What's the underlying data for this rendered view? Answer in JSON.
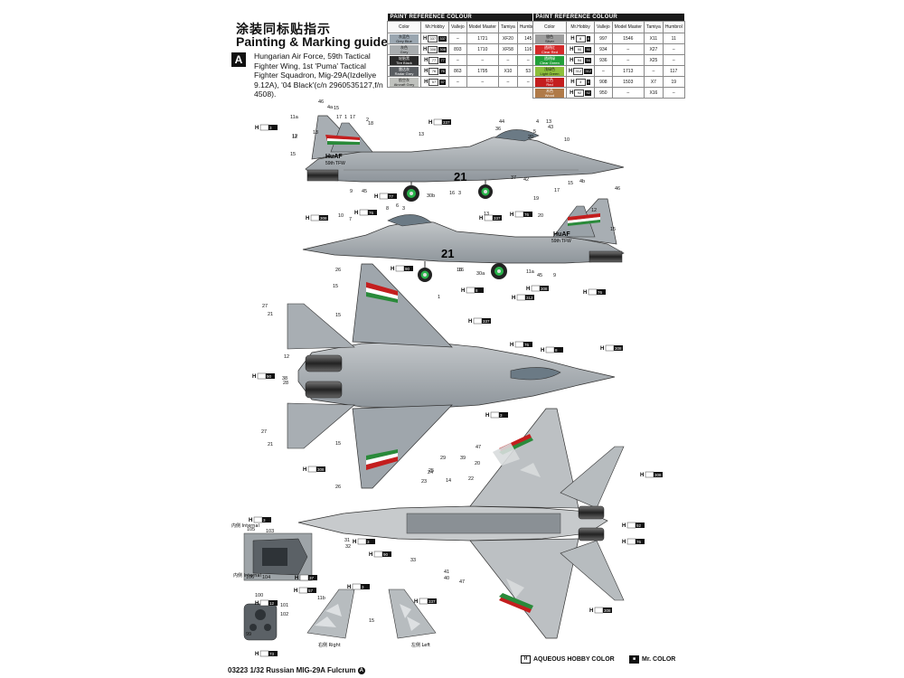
{
  "header": {
    "title_cn": "涂装同标贴指示",
    "title_en": "Painting & Marking guide",
    "badge": "A",
    "description": "Hungarian Air Force, 59th Tactical Fighter Wing, 1st 'Puma' Tactical Fighter Squadron, Mig-29A(Izdeliye 9.12A), '04 Black'(c/n 2960535127,f/n 4508)."
  },
  "table_left": {
    "heading": "PAINT  REFERENCE  COLOUR",
    "columns": [
      "Color",
      "Mr.Hobby",
      "Vallejo",
      "Model Master",
      "Tamiya",
      "Humbrol"
    ],
    "rows": [
      {
        "swatch_cn": "灰蓝色",
        "swatch_en": "Grey Blue",
        "color": "#9aa6b0",
        "h": "H",
        "code": "337",
        "vallejo": "–",
        "mm": "1721",
        "tamiya": "XF20",
        "humbrol": "145"
      },
      {
        "swatch_cn": "灰色",
        "swatch_en": "Grey",
        "color": "#a9adaf",
        "h": "H",
        "code": "308",
        "vallejo": "893",
        "mm": "1710",
        "tamiya": "XF58",
        "humbrol": "116"
      },
      {
        "swatch_cn": "轮胎黑",
        "swatch_en": "Tire Black",
        "color": "#2a2a2a",
        "h": "H",
        "code": "77",
        "vallejo": "–",
        "mm": "–",
        "tamiya": "–",
        "humbrol": "–"
      },
      {
        "swatch_cn": "雷达灰",
        "swatch_en": "Radar Grey",
        "color": "#5a5e62",
        "h": "H",
        "code": "76",
        "vallejo": "863",
        "mm": "1795",
        "tamiya": "X10",
        "humbrol": "53"
      },
      {
        "swatch_cn": "航空灰",
        "swatch_en": "Aircraft Grey",
        "color": "#bfc1bd",
        "h": "H",
        "code": "57",
        "vallejo": "–",
        "mm": "–",
        "tamiya": "–",
        "humbrol": "–"
      }
    ]
  },
  "table_right": {
    "heading": "PAINT  REFERENCE  COLOUR",
    "columns": [
      "Color",
      "Mr.Hobby",
      "Vallejo",
      "Model Master",
      "Tamiya",
      "Humbrol"
    ],
    "rows": [
      {
        "swatch_cn": "银色",
        "swatch_en": "Silver",
        "color": "#9d9d9d",
        "h": "H",
        "code": "8",
        "vallejo": "997",
        "mm": "1546",
        "tamiya": "X11",
        "humbrol": "11"
      },
      {
        "swatch_cn": "透明红",
        "swatch_en": "Clear Red",
        "color": "#d42a2a",
        "h": "H",
        "code": "90",
        "vallejo": "934",
        "mm": "–",
        "tamiya": "X27",
        "humbrol": "–"
      },
      {
        "swatch_cn": "透明绿",
        "swatch_en": "Clear Green",
        "color": "#22a03a",
        "h": "H",
        "code": "94",
        "vallejo": "936",
        "mm": "–",
        "tamiya": "X25",
        "humbrol": "–"
      },
      {
        "swatch_cn": "浅绿色",
        "swatch_en": "Light Green",
        "color": "#8dbf3b",
        "h": "H",
        "code": "312",
        "vallejo": "–",
        "mm": "1713",
        "tamiya": "–",
        "humbrol": "117"
      },
      {
        "swatch_cn": "红色",
        "swatch_en": "Red",
        "color": "#c41e1e",
        "h": "H",
        "code": "3",
        "vallejo": "908",
        "mm": "1503",
        "tamiya": "X7",
        "humbrol": "19"
      },
      {
        "swatch_cn": "木色",
        "swatch_en": "Wood",
        "color": "#b07a48",
        "h": "H",
        "code": "92",
        "vallejo": "950",
        "mm": "–",
        "tamiya": "X16",
        "humbrol": "–"
      }
    ]
  },
  "markings": {
    "tail_code": "21",
    "huaf": "HuAF",
    "wing": "59th TFW"
  },
  "views": {
    "internal": "内侧\nInternal",
    "right": "右侧\nRight",
    "left": "左侧\nLeft"
  },
  "callouts": {
    "side1": [
      "46",
      "4a",
      "15",
      "17",
      "1",
      "17",
      "13",
      "2",
      "18",
      "11a",
      "12",
      "12",
      "15",
      "13",
      "36",
      "44",
      "5",
      "43",
      "20",
      "10",
      "37",
      "42",
      "9",
      "45",
      "30b",
      "16",
      "3",
      "4",
      "13"
    ],
    "side2": [
      "8",
      "6",
      "3",
      "10",
      "7",
      "16",
      "13",
      "19",
      "17",
      "15",
      "4b",
      "46",
      "12",
      "15",
      "20",
      "16",
      "30a",
      "45",
      "9",
      "11a"
    ],
    "top": [
      "26",
      "15",
      "1",
      "27",
      "21",
      "15",
      "12",
      "38",
      "27",
      "21",
      "15",
      "26",
      "28"
    ],
    "bottom": [
      "47",
      "39",
      "20",
      "22",
      "23",
      "25",
      "24",
      "14",
      "31",
      "32",
      "33",
      "41",
      "40",
      "47",
      "29"
    ],
    "detail": [
      "105",
      "103",
      "104",
      "106",
      "100",
      "101",
      "102",
      "99",
      "11b",
      "15"
    ]
  },
  "codes": {
    "h3": "3",
    "h337": "337",
    "h308": "308",
    "h77": "77",
    "h76": "76",
    "h8": "8",
    "h90": "90",
    "h92": "92",
    "h312": "312",
    "h57": "57"
  },
  "footer": {
    "text": "03223 1/32   Russian MIG-29A Fulcrum",
    "circle": "A"
  },
  "legend": {
    "aqueous": "AQUEOUS HOBBY COLOR",
    "mrcolor": "Mr. COLOR"
  }
}
